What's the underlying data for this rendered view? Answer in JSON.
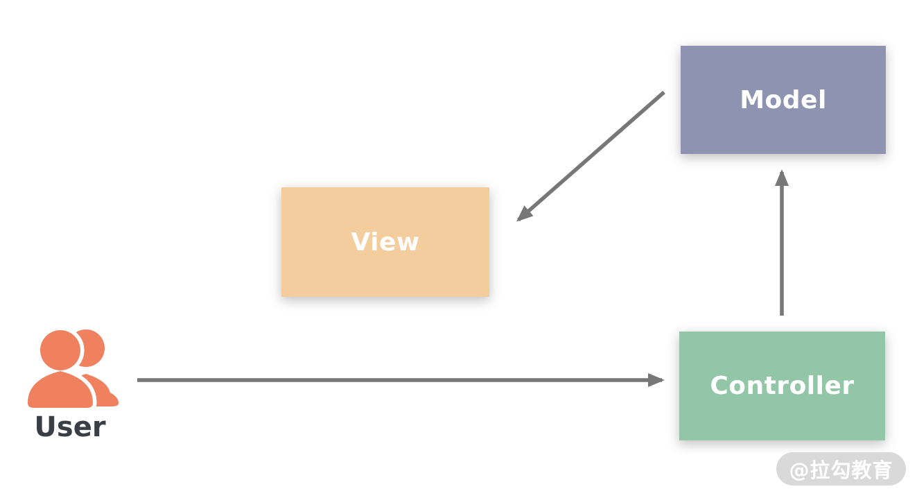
{
  "diagram": {
    "type": "flow",
    "nodes": {
      "model": {
        "label": "Model",
        "color": "#8E93B1",
        "text_color": "#FFFFFF"
      },
      "view": {
        "label": "View",
        "color": "#F4CD9F",
        "text_color": "#FFFFFF"
      },
      "controller": {
        "label": "Controller",
        "color": "#92C6A7",
        "text_color": "#FFFFFF"
      },
      "user": {
        "label": "User",
        "icon": "users-icon",
        "icon_color": "#F0815F",
        "label_color": "#3A3E45"
      }
    },
    "edges": [
      {
        "from": "model",
        "to": "view"
      },
      {
        "from": "controller",
        "to": "model"
      },
      {
        "from": "user",
        "to": "controller"
      }
    ],
    "edge_color": "#777777"
  },
  "watermark": {
    "text": "@拉勾教育",
    "bg_color": "#D9D9D9",
    "text_color": "#FFFFFF"
  }
}
